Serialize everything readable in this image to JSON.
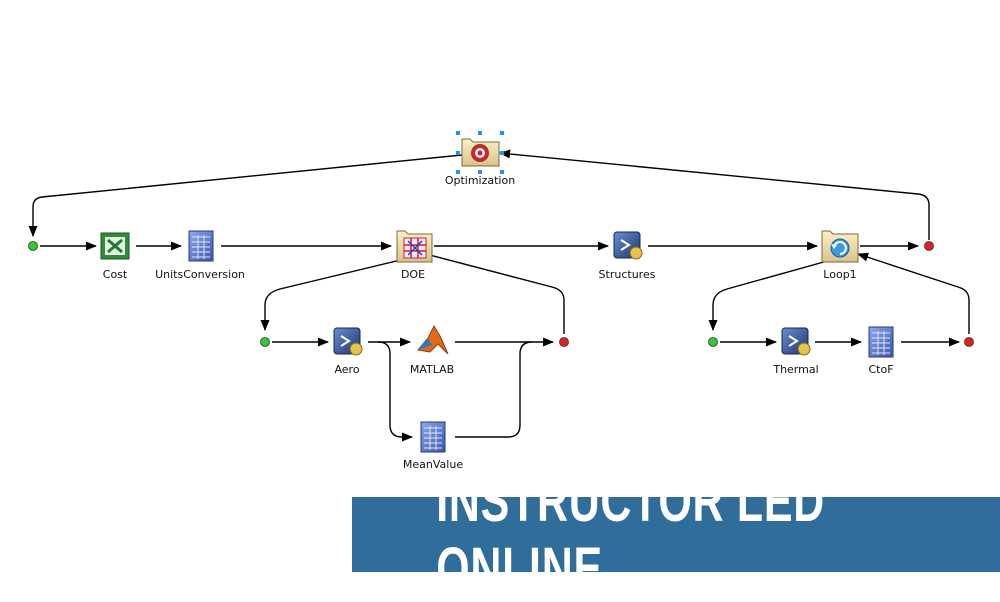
{
  "nodes": {
    "optimization": {
      "label": "Optimization",
      "icon": "optimization-icon"
    },
    "cost": {
      "label": "Cost",
      "icon": "excel-icon"
    },
    "units_conversion": {
      "label": "UnitsConversion",
      "icon": "calculator-icon"
    },
    "doe": {
      "label": "DOE",
      "icon": "doe-icon"
    },
    "structures": {
      "label": "Structures",
      "icon": "script-icon"
    },
    "loop1": {
      "label": "Loop1",
      "icon": "loop-icon"
    },
    "aero": {
      "label": "Aero",
      "icon": "script-icon"
    },
    "matlab": {
      "label": "MATLAB",
      "icon": "matlab-icon"
    },
    "mean_value": {
      "label": "MeanValue",
      "icon": "calculator-icon"
    },
    "thermal": {
      "label": "Thermal",
      "icon": "script-icon"
    },
    "ctof": {
      "label": "CtoF",
      "icon": "calculator-icon"
    }
  },
  "banner": {
    "text": "INSTRUCTOR LED ONLINE"
  },
  "colors": {
    "start_dot": "#2ecc2e",
    "end_dot": "#e02020",
    "banner": "#2f6e9a",
    "selection": "#1e90ff"
  }
}
